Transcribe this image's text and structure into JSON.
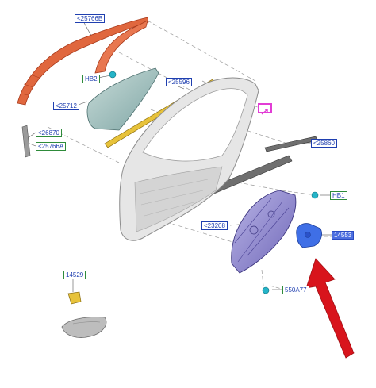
{
  "colors": {
    "label_blue": "#1f3fb0",
    "label_green_border": "#2e8b3a",
    "label_fill": "#4d6fe0",
    "magnifier": "#e23dd5",
    "arrow": "#d8141c"
  },
  "labels": {
    "p25766b": "<25766B",
    "hb2": "HB2",
    "p25596": "<25596",
    "p25712": "<25712",
    "p26870": "<26870",
    "p25766a": "<25766A",
    "p25860": "<25860",
    "hb1": "HB1",
    "p23208": "<23208",
    "p14553": "14553",
    "p14529": "14529",
    "p550a77": "550A77"
  },
  "icons": {
    "magnifier": "magnifier-icon",
    "arrow": "arrow-icon"
  }
}
